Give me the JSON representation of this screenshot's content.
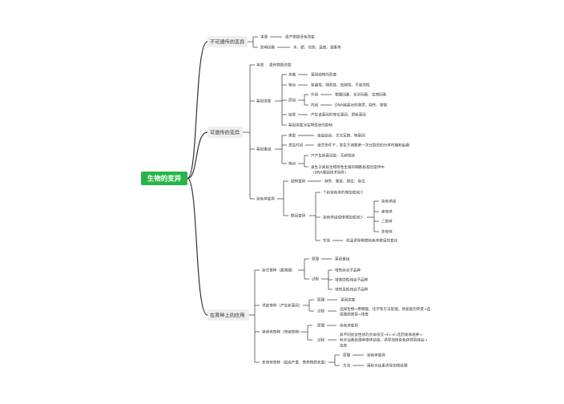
{
  "colors": {
    "root_fill": "#27b545",
    "line": "#333333",
    "l1_fill": "#eeeeee",
    "text": "#333333"
  },
  "mindmap": {
    "root": "生物的变异",
    "branches": [
      {
        "label": "不可遗传的变异",
        "children": [
          {
            "label": "本质",
            "detail": "遗产物质没有改变"
          },
          {
            "label": "影响因素",
            "detail": "水、肥、光照、温度、激素等"
          }
        ]
      },
      {
        "label": "可遗传的变异",
        "children": [
          {
            "label": "本质",
            "detail": "遗传物质改变"
          },
          {
            "label": "基因突变",
            "children": [
              {
                "label": "含義",
                "detail": "基因结构的改变"
              },
              {
                "label": "特点",
                "detail": "普遍性、随机性、低频性、不定向性"
              },
              {
                "label": "原因",
                "children": [
                  {
                    "label": "外因",
                    "detail": "物理因素、化学因素、生物因素"
                  },
                  {
                    "label": "内因",
                    "detail": "DNA碱基对的增添、缺失、替换"
                  }
                ]
              },
              {
                "label": "结果",
                "detail": "产生该基因的等位基因，即新基因"
              },
              {
                "label": "基因突变对生物性状的影响"
              }
            ]
          },
          {
            "label": "基因重组",
            "children": [
              {
                "label": "类型",
                "detail": "自由组合、交叉互换、转基因"
              },
              {
                "label": "发生时间",
                "detail": "自然条件下，发生于减数第一次分裂的四分体时期和后期"
              },
              {
                "label": "特点",
                "children": [
                  {
                    "label": "只产生新基因型，无新性状"
                  },
                  {
                    "label": "发生于真核生物有性生殖的细胞核基因遗传中（DNA重组技术除外）"
                  }
                ]
              }
            ]
          },
          {
            "label": "染色体变异",
            "children": [
              {
                "label": "结构变异",
                "detail": "缺失、重复、倒位、易位"
              },
              {
                "label": "数目变异",
                "children": [
                  {
                    "label": "个别染色体的增加或减少"
                  },
                  {
                    "label": "染色体组成倍增加或减少",
                    "children": [
                      {
                        "label": "染色体组"
                      },
                      {
                        "label": "单倍体"
                      },
                      {
                        "label": "二倍体"
                      },
                      {
                        "label": "多倍体"
                      }
                    ]
                  },
                  {
                    "label": "实验",
                    "detail": "低温诱导植物染色体数目的变化"
                  }
                ]
              }
            ]
          }
        ]
      },
      {
        "label": "在育种上的应用",
        "children": [
          {
            "label": "杂交育种（最简捷）",
            "children": [
              {
                "label": "原理",
                "detail": "基因重组"
              },
              {
                "label": "过程",
                "children": [
                  {
                    "label": "培育杂合子品种"
                  },
                  {
                    "label": "培育隐性纯合子品种"
                  },
                  {
                    "label": "培育显性纯合子品种"
                  }
                ]
              }
            ]
          },
          {
            "label": "诱变育种（产生新基因）",
            "children": [
              {
                "label": "原理",
                "detail": "基因突变"
              },
              {
                "label": "过程",
                "detail": "选择生物→用物理、化学等方法处理，诱发基因突变→选择理想类型→培育"
              }
            ]
          },
          {
            "label": "单倍体育种（快速育种）",
            "children": [
              {
                "label": "原理",
                "detail": "染色体变异"
              },
              {
                "label": "过程",
                "detail": "具不同优良性状的亲本杂交→F₁→F₁花药离体培养→秋水仙素处理单倍体幼苗，诱导加倍染色体得到纯合→选育"
              }
            ]
          },
          {
            "label": "多倍体育种（提高产量、营养物质含量）",
            "children": [
              {
                "label": "原理",
                "detail": "染色体变异"
              },
              {
                "label": "方法",
                "detail": "用秋水仙素诱导加倍处理"
              }
            ]
          }
        ]
      }
    ]
  }
}
